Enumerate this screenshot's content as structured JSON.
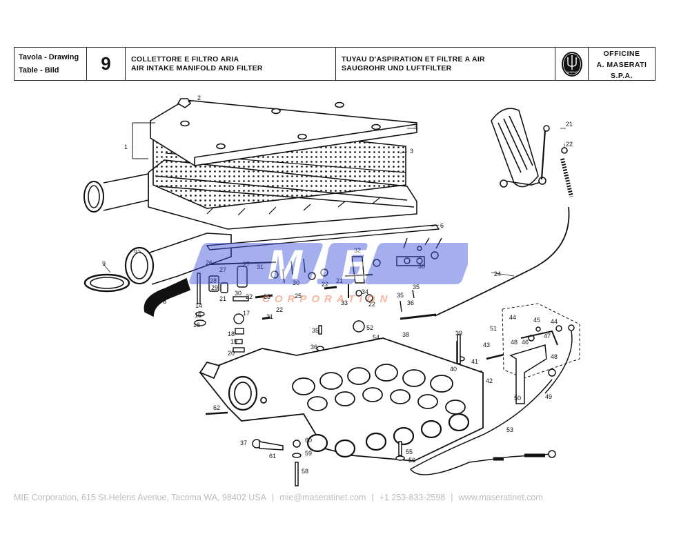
{
  "header": {
    "label_line1": "Tavola - Drawing",
    "label_line2": "Table - Bild",
    "table_number": "9",
    "title_it": "COLLETTORE E FILTRO ARIA",
    "title_en": "AIR INTAKE MANIFOLD AND FILTER",
    "title_fr": "TUYAU D'ASPIRATION ET FILTRE A AIR",
    "title_de": "SAUGROHR UND LUFTFILTER",
    "logo_text": "MASERATI",
    "company_line1": "OFFICINE",
    "company_line2": "A. MASERATI",
    "company_line3": "S.P.A."
  },
  "watermark": {
    "brand": "MIE",
    "subtitle": "CORPORATION",
    "brand_color": "#3a4fd8",
    "subtitle_color": "#f07850"
  },
  "callouts": [
    "1",
    "2",
    "3",
    "4",
    "5",
    "6",
    "8",
    "9",
    "14",
    "15",
    "16",
    "17",
    "18",
    "19",
    "20",
    "21",
    "21",
    "21",
    "21",
    "22",
    "22",
    "22",
    "22",
    "22",
    "23",
    "24",
    "25",
    "26",
    "27",
    "27",
    "28",
    "29",
    "30",
    "30",
    "30",
    "31",
    "32",
    "33",
    "34",
    "35",
    "35",
    "35",
    "36",
    "36",
    "37",
    "38",
    "39",
    "40",
    "41",
    "42",
    "43",
    "44",
    "44",
    "45",
    "46",
    "47",
    "48",
    "48",
    "49",
    "50",
    "51",
    "52",
    "53",
    "54",
    "55",
    "56",
    "58",
    "59",
    "60",
    "61",
    "62"
  ],
  "footer": {
    "company": "MIE Corporation, 615 St.Helens Avenue, Tacoma WA, 98402 USA",
    "email": "mie@maseratinet.com",
    "phone": "+1 253-833-2598",
    "website": "www.maseratinet.com",
    "separator": "|"
  }
}
